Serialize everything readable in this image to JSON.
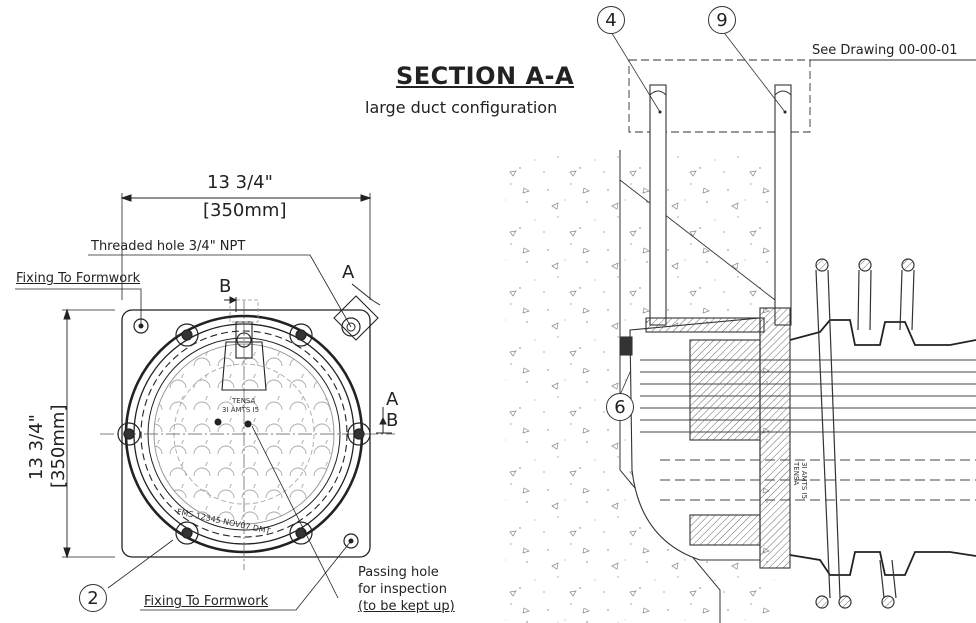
{
  "section": {
    "title": "SECTION A-A",
    "subtitle": "large duct configuration"
  },
  "front_view": {
    "width_dim_in": "13 3/4\"",
    "width_dim_mm": "[350mm]",
    "height_dim_in": "13 3/4\"",
    "height_dim_mm": "[350mm]",
    "threaded_hole": "Threaded hole 3/4\" NPT",
    "fixing_top": "Fixing To Formwork",
    "fixing_bottom": "Fixing To Formwork",
    "cut_b_top": "B",
    "cut_a_top": "A",
    "cut_a_right": "A",
    "cut_b_right": "B",
    "passing_hole_1": "Passing hole",
    "passing_hole_2": "for inspection",
    "passing_hole_3": "(to be kept up)",
    "stamp_top_1": "TENSA",
    "stamp_top_2": "3I AMTS I5",
    "stamp_ring": "FMS 12345 NOV07 DMT",
    "balloon_2": "2"
  },
  "section_view": {
    "balloon_4": "4",
    "balloon_9": "9",
    "balloon_6": "6",
    "see_drawing": "See Drawing 00-00-01",
    "stamp_1": "3I AMTS I5",
    "stamp_2": "TENSA"
  }
}
